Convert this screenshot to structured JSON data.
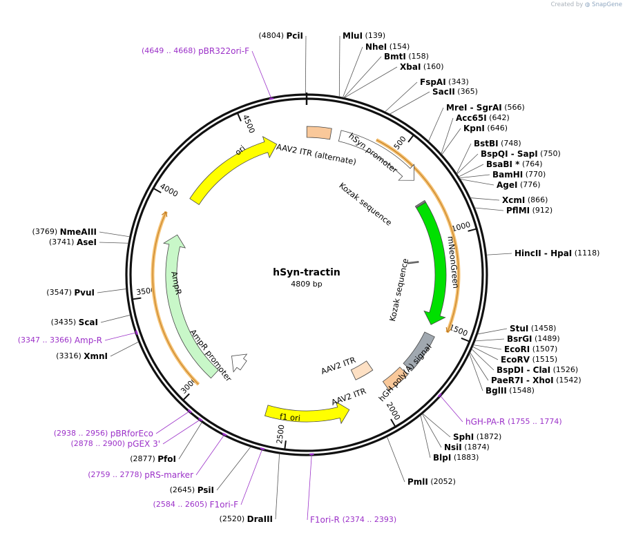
{
  "credit": {
    "prefix": "Created by",
    "brand": "SnapGene"
  },
  "plasmid": {
    "name": "hSyn-tractin",
    "length_label": "4809 bp",
    "length": 4809
  },
  "colors": {
    "primer": "#9b30c8",
    "backbone": "#111111",
    "text": "#000000",
    "orange_stroke": "#f0a030"
  },
  "ticks": [
    "500",
    "1000",
    "1500",
    "2000",
    "2500",
    "3000",
    "3500",
    "4000",
    "4500"
  ],
  "features": [
    {
      "name": "ori",
      "start": 4049,
      "end": 4637,
      "dir": 1,
      "color": "#ffff00",
      "label": "ori"
    },
    {
      "name": "AAV2 ITR (alternate)",
      "start": 1,
      "end": 130,
      "dir": 0,
      "color": "#f9c89a",
      "label": "AAV2 ITR (alternate)"
    },
    {
      "name": "hSyn promoter",
      "start": 180,
      "end": 650,
      "dir": 1,
      "color": "#ffffff",
      "label": "hSyn promoter"
    },
    {
      "name": "Kozak sequence 1",
      "start": 772,
      "end": 781,
      "dir": 0,
      "color": "#888888",
      "label": "Kozak sequence"
    },
    {
      "name": "mNeonGreen",
      "start": 784,
      "end": 1494,
      "dir": 1,
      "color": "#00e000",
      "label": "mNeonGreen"
    },
    {
      "name": "Kozak sequence 2",
      "start": 1110,
      "end": 1119,
      "dir": 0,
      "color": "#888888",
      "label": "Kozak sequence"
    },
    {
      "name": "hGH poly(A) signal",
      "start": 1548,
      "end": 1770,
      "dir": 0,
      "color": "#a0a8b0",
      "label": "hGH poly(A) signal"
    },
    {
      "name": "AAV2 ITR 1",
      "start": 1800,
      "end": 1930,
      "dir": 0,
      "color": "#f9c89a",
      "label": "AAV2 ITR"
    },
    {
      "name": "AAV2 ITR 2",
      "start": 1940,
      "end": 2070,
      "dir": 0,
      "color": "#fde0c4",
      "label": "AAV2 ITR"
    },
    {
      "name": "f1 ori",
      "start": 2170,
      "end": 2625,
      "dir": -1,
      "color": "#ffff00",
      "label": "f1 ori"
    },
    {
      "name": "AmpR promoter",
      "start": 2870,
      "end": 2975,
      "dir": 1,
      "color": "#ffffff",
      "label": "AmpR promoter"
    },
    {
      "name": "AmpR",
      "start": 2976,
      "end": 3836,
      "dir": 1,
      "color": "#c8f7c8",
      "label": "AmpR"
    }
  ],
  "enzymes": [
    {
      "name": "MluI",
      "pos": "(139)"
    },
    {
      "name": "NheI",
      "pos": "(154)"
    },
    {
      "name": "BmtI",
      "pos": "(158)"
    },
    {
      "name": "XbaI",
      "pos": "(160)"
    },
    {
      "name": "FspAI",
      "pos": "(343)"
    },
    {
      "name": "SacII",
      "pos": "(365)"
    },
    {
      "name": "MreI  -  SgrAI",
      "pos": "(566)"
    },
    {
      "name": "Acc65I",
      "pos": "(642)"
    },
    {
      "name": "KpnI",
      "pos": "(646)"
    },
    {
      "name": "BstBI",
      "pos": "(748)"
    },
    {
      "name": "BspQI  -  SapI",
      "pos": "(750)"
    },
    {
      "name": "BsaBI *",
      "pos": "(764)"
    },
    {
      "name": "BamHI",
      "pos": "(770)"
    },
    {
      "name": "AgeI",
      "pos": "(776)"
    },
    {
      "name": "XcmI",
      "pos": "(866)"
    },
    {
      "name": "PflMI",
      "pos": "(912)"
    },
    {
      "name": "HincII  -  HpaI",
      "pos": "(1118)"
    },
    {
      "name": "StuI",
      "pos": "(1458)"
    },
    {
      "name": "BsrGI",
      "pos": "(1489)"
    },
    {
      "name": "EcoRI",
      "pos": "(1507)"
    },
    {
      "name": "EcoRV",
      "pos": "(1515)"
    },
    {
      "name": "BspDI  -  ClaI",
      "pos": "(1526)"
    },
    {
      "name": "PaeR7I  -  XhoI",
      "pos": "(1542)"
    },
    {
      "name": "BglII",
      "pos": "(1548)"
    },
    {
      "name": "SphI",
      "pos": "(1872)"
    },
    {
      "name": "NsiI",
      "pos": "(1874)"
    },
    {
      "name": "BlpI",
      "pos": "(1883)"
    },
    {
      "name": "PmlI",
      "pos": "(2052)"
    },
    {
      "name": "DraIII",
      "pos": "(2520)"
    },
    {
      "name": "PsiI",
      "pos": "(2645)"
    },
    {
      "name": "PfoI",
      "pos": "(2877)"
    },
    {
      "name": "XmnI",
      "pos": "(3316)"
    },
    {
      "name": "ScaI",
      "pos": "(3435)"
    },
    {
      "name": "PvuI",
      "pos": "(3547)"
    },
    {
      "name": "AseI",
      "pos": "(3741)"
    },
    {
      "name": "NmeAIII",
      "pos": "(3769)"
    },
    {
      "name": "PciI",
      "pos": "(4804)"
    }
  ],
  "primers": [
    {
      "name": "pBR322ori-F",
      "range": "(4649 .. 4668)"
    },
    {
      "name": "hGH-PA-R",
      "range": "(1755 .. 1774)"
    },
    {
      "name": "F1ori-R",
      "range": "(2374 .. 2393)"
    },
    {
      "name": "F1ori-F",
      "range": "(2584 .. 2605)"
    },
    {
      "name": "pRS-marker",
      "range": "(2759 .. 2778)"
    },
    {
      "name": "pGEX 3'",
      "range": "(2878 .. 2900)"
    },
    {
      "name": "pBRforEco",
      "range": "(2938 .. 2956)"
    },
    {
      "name": "Amp-R",
      "range": "(3347 .. 3366)"
    }
  ]
}
